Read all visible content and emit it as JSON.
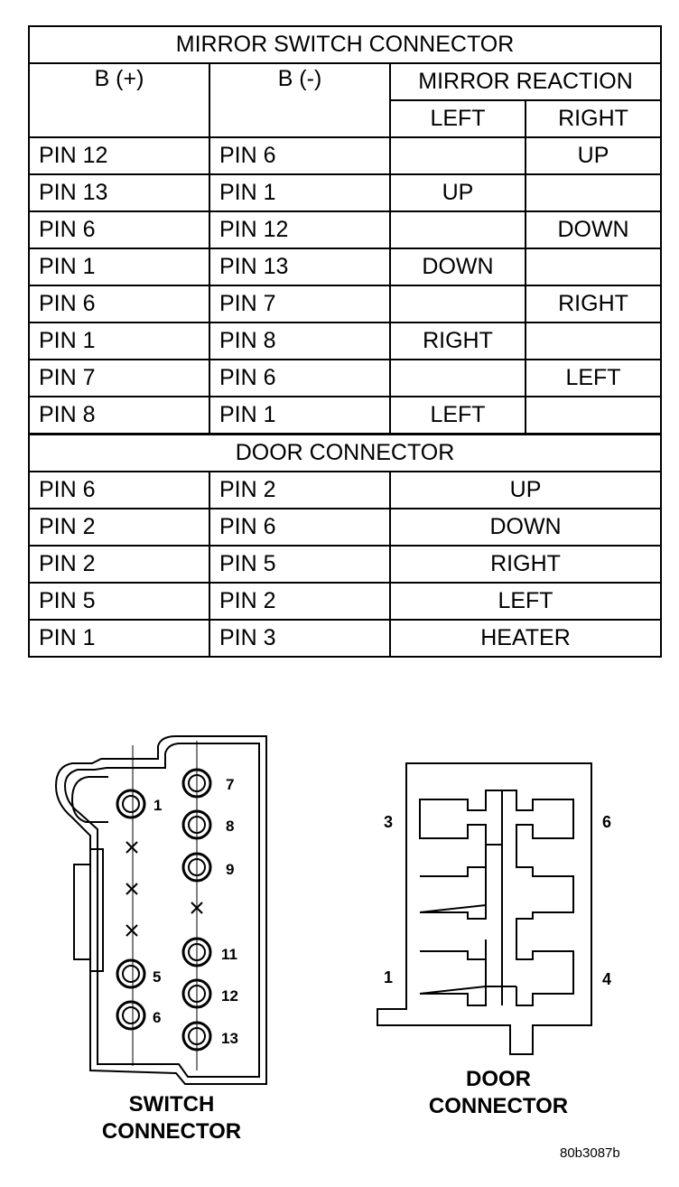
{
  "table": {
    "title": "MIRROR SWITCH CONNECTOR",
    "headers": {
      "b_plus": "B (+)",
      "b_minus": "B (-)",
      "reaction": "MIRROR REACTION",
      "left": "LEFT",
      "right": "RIGHT"
    },
    "rows": [
      {
        "b_plus": "PIN 12",
        "b_minus": "PIN 6",
        "left": "",
        "right": "UP"
      },
      {
        "b_plus": "PIN 13",
        "b_minus": "PIN 1",
        "left": "UP",
        "right": ""
      },
      {
        "b_plus": "PIN 6",
        "b_minus": "PIN 12",
        "left": "",
        "right": "DOWN"
      },
      {
        "b_plus": "PIN 1",
        "b_minus": "PIN 13",
        "left": "DOWN",
        "right": ""
      },
      {
        "b_plus": "PIN 6",
        "b_minus": "PIN 7",
        "left": "",
        "right": "RIGHT"
      },
      {
        "b_plus": "PIN 1",
        "b_minus": "PIN 8",
        "left": "RIGHT",
        "right": ""
      },
      {
        "b_plus": "PIN 7",
        "b_minus": "PIN 6",
        "left": "",
        "right": "LEFT"
      },
      {
        "b_plus": "PIN 8",
        "b_minus": "PIN 1",
        "left": "LEFT",
        "right": ""
      }
    ],
    "door_title": "DOOR CONNECTOR",
    "door_rows": [
      {
        "b_plus": "PIN 6",
        "b_minus": "PIN 2",
        "reaction": "UP"
      },
      {
        "b_plus": "PIN 2",
        "b_minus": "PIN 6",
        "reaction": "DOWN"
      },
      {
        "b_plus": "PIN 2",
        "b_minus": "PIN 5",
        "reaction": "RIGHT"
      },
      {
        "b_plus": "PIN 5",
        "b_minus": "PIN 2",
        "reaction": "LEFT"
      },
      {
        "b_plus": "PIN 1",
        "b_minus": "PIN 3",
        "reaction": "HEATER"
      }
    ]
  },
  "switch_connector": {
    "caption_line1": "SWITCH",
    "caption_line2": "CONNECTOR",
    "pin_labels": [
      "1",
      "5",
      "6",
      "7",
      "8",
      "9",
      "11",
      "12",
      "13"
    ]
  },
  "door_connector": {
    "caption_line1": "DOOR",
    "caption_line2": "CONNECTOR",
    "pin_labels": [
      "3",
      "6",
      "1",
      "4"
    ]
  },
  "figure_id": "80b3087b"
}
